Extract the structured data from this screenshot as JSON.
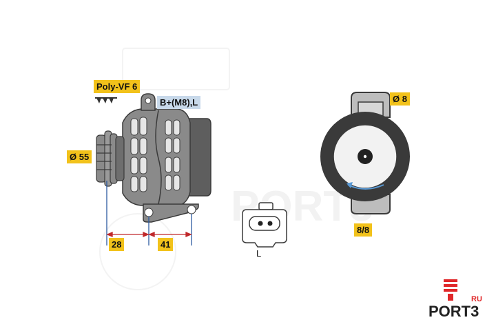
{
  "labels": {
    "belt": "Poly-VF 6",
    "terminal": "B+(M8),L",
    "pulley_diameter": "Ø 55",
    "bolt_diameter": "Ø 8",
    "bracket_width": "8/8",
    "dim_a": "28",
    "dim_b": "41",
    "connector": "L"
  },
  "brand": {
    "name": "PORT3",
    "suffix": "RU",
    "watermark": "PORT3"
  },
  "colors": {
    "label_yellow": "#f2c21b",
    "label_blue": "#c8d9ea",
    "dim_line_blue": "#2c5aa0",
    "dim_arrow_red": "#c0282a",
    "body_gray": "#808080",
    "brand_red": "#e0282a"
  }
}
